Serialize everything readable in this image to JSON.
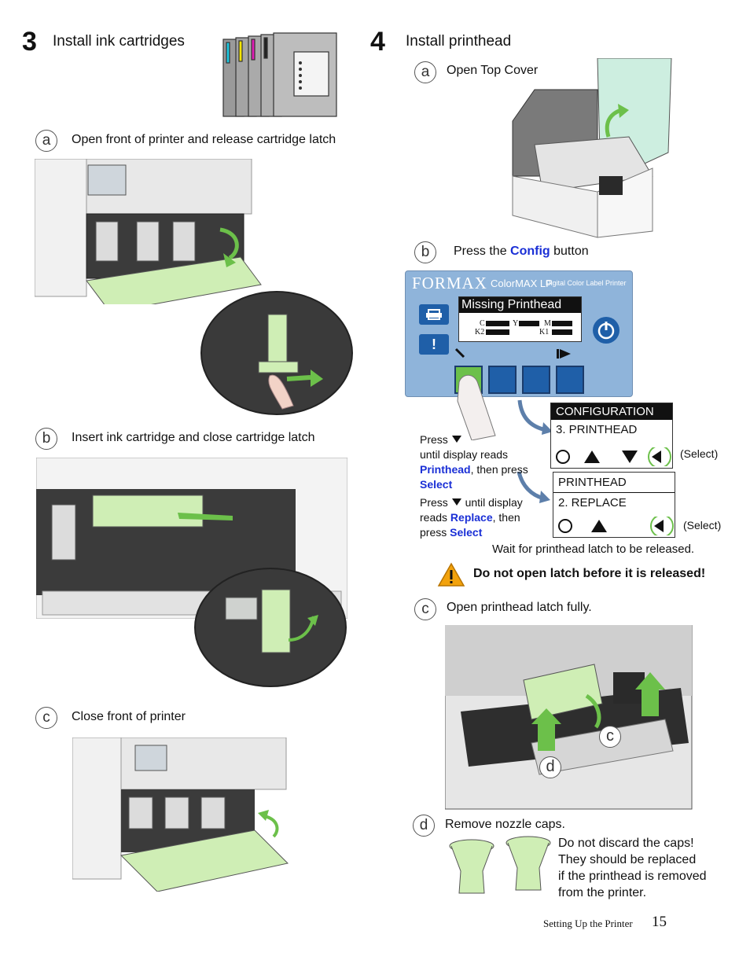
{
  "section3": {
    "number": "3",
    "title": "Install ink cartridges",
    "step_a": {
      "letter": "a",
      "text": "Open front of printer and release cartridge latch"
    },
    "step_b": {
      "letter": "b",
      "text": "Insert ink cartridge and close cartridge latch"
    },
    "step_c": {
      "letter": "c",
      "text": "Close front of printer"
    }
  },
  "section4": {
    "number": "4",
    "title": "Install printhead",
    "step_a": {
      "letter": "a",
      "text": "Open Top Cover"
    },
    "step_b": {
      "letter": "b",
      "pre": "Press the ",
      "highlight": "Config",
      "post": " button"
    },
    "panel": {
      "brand": "FORMAX",
      "model": "ColorMAX LP",
      "subtitle": "Digital Color Label Printer",
      "display": "Missing Printhead",
      "ink_c": "C",
      "ink_y": "Y",
      "ink_m": "M",
      "ink_k2": "K2",
      "ink_k1": "K1",
      "alert": "!"
    },
    "lcd1": {
      "header": "CONFIGURATION",
      "line": "3. PRINTHEAD",
      "select": "(Select)"
    },
    "lcd2": {
      "header": "PRINTHEAD",
      "line": "2. REPLACE",
      "select": "(Select)"
    },
    "instr1": {
      "press": "Press",
      "until": "until display reads",
      "hl": "Printhead",
      "then": ", then press",
      "select": "Select"
    },
    "instr2": {
      "press": "Press",
      "until": " until display",
      "reads": "reads ",
      "hl": "Replace",
      "then": ", then",
      "press2": "press ",
      "select": "Select"
    },
    "wait": "Wait for printhead latch to be released.",
    "warning": "Do not open latch before it is released!",
    "step_c": {
      "letter": "c",
      "text": "Open printhead latch fully."
    },
    "callout_c": "c",
    "callout_d": "d",
    "step_d": {
      "letter": "d",
      "text": "Remove nozzle caps."
    },
    "caps_note": [
      "Do not discard the caps!",
      "They should be replaced",
      "if the printhead is removed",
      "from the printer."
    ]
  },
  "footer": {
    "section": "Setting Up the Printer",
    "page": "15"
  },
  "colors": {
    "accent_blue": "#1a2fd6",
    "latch_green": "#cfeeb5",
    "arrow_green": "#6cc04a",
    "panel_blue": "#8fb4da",
    "button_blue": "#1f5fa8",
    "warning_orange": "#f2a20c"
  },
  "icons": [
    "printer-icon",
    "power-icon",
    "wrench-icon",
    "down-arrow-icon",
    "up-arrow-icon",
    "enter-arrow-icon",
    "warning-icon",
    "finger-icon"
  ]
}
